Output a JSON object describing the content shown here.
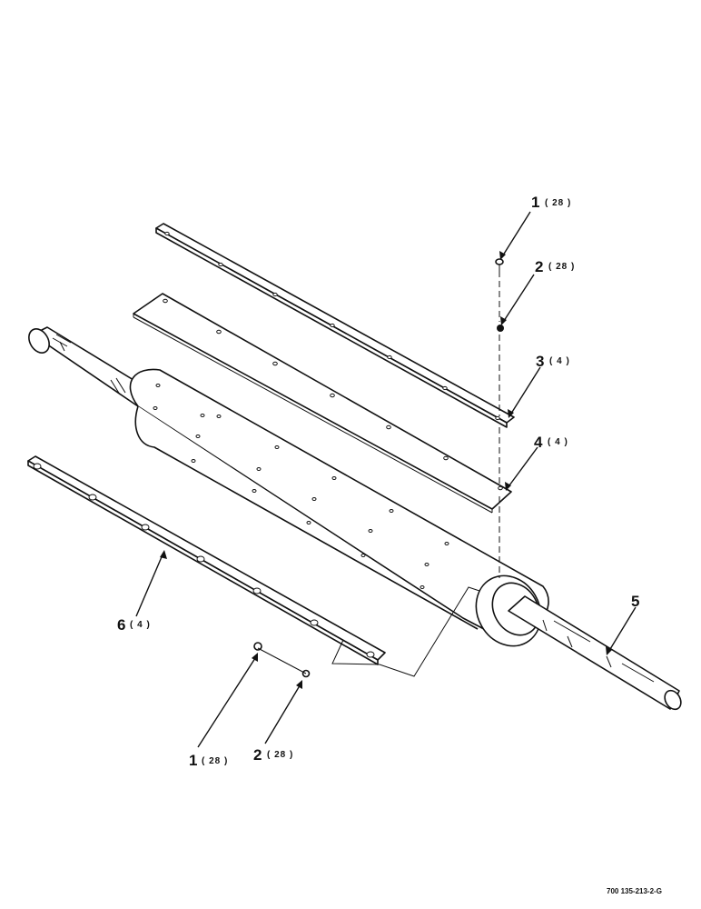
{
  "callouts": [
    {
      "id": "c1-top",
      "num": "1",
      "qty": "( 28 )"
    },
    {
      "id": "c2-top",
      "num": "2",
      "qty": "( 28 )"
    },
    {
      "id": "c3",
      "num": "3",
      "qty": "( 4 )"
    },
    {
      "id": "c4",
      "num": "4",
      "qty": "( 4 )"
    },
    {
      "id": "c5",
      "num": "5",
      "qty": ""
    },
    {
      "id": "c6",
      "num": "6",
      "qty": "( 4 )"
    },
    {
      "id": "c1-bottom",
      "num": "1",
      "qty": "( 28 )"
    },
    {
      "id": "c2-bottom",
      "num": "2",
      "qty": "( 28 )"
    }
  ],
  "drawing_number": "700 135-213-2-G"
}
